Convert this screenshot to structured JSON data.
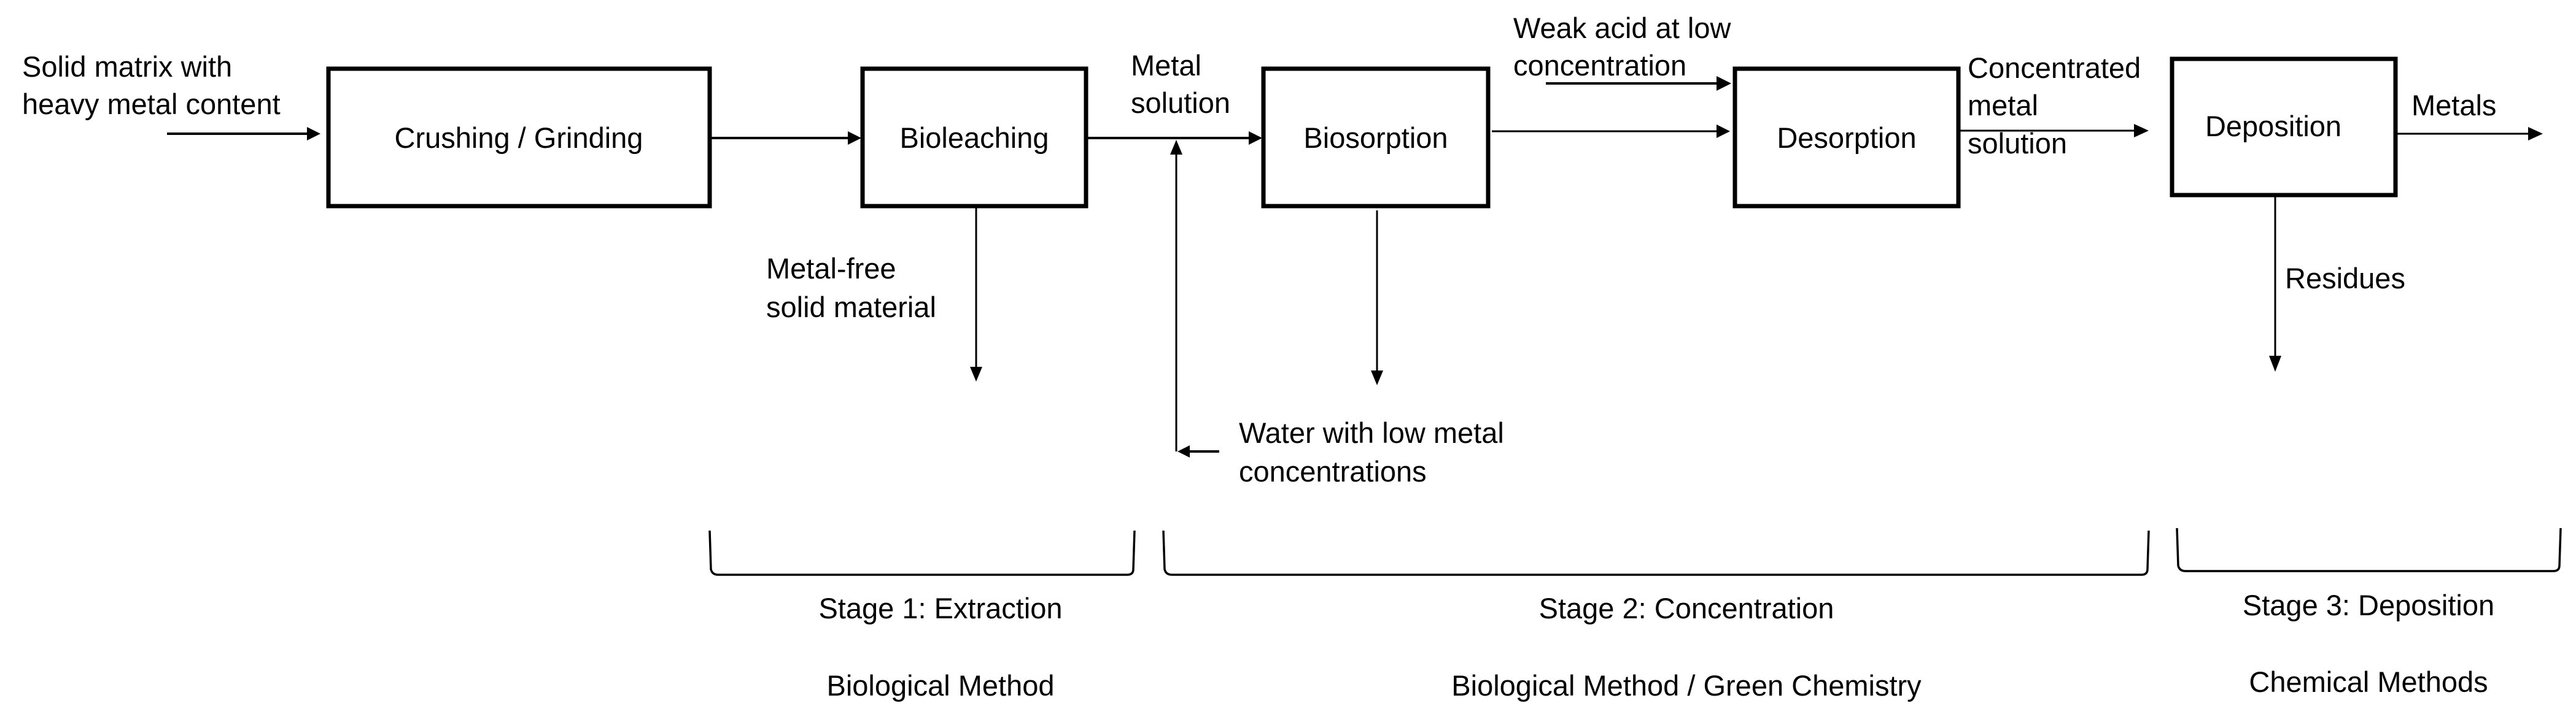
{
  "boxes": {
    "crushing": "Crushing / Grinding",
    "bioleaching": "Bioleaching",
    "biosorption": "Biosorption",
    "desorption": "Desorption",
    "deposition": "Deposition"
  },
  "labels": {
    "input": [
      "Solid matrix with",
      "heavy metal content"
    ],
    "metal_solution": [
      "Metal",
      "solution"
    ],
    "metal_free": [
      "Metal-free",
      "solid material"
    ],
    "water_low_metal": [
      "Water with low metal",
      "concentrations"
    ],
    "weak_acid": [
      "Weak acid at low",
      "concentration"
    ],
    "concentrated": [
      "Concentrated",
      "metal",
      "solution"
    ],
    "metals": "Metals",
    "residues": "Residues"
  },
  "stages": [
    {
      "title": "Stage 1: Extraction",
      "method": "Biological Method"
    },
    {
      "title": "Stage 2: Concentration",
      "method": "Biological Method / Green Chemistry"
    },
    {
      "title": "Stage 3: Deposition",
      "method": "Chemical Methods"
    }
  ]
}
